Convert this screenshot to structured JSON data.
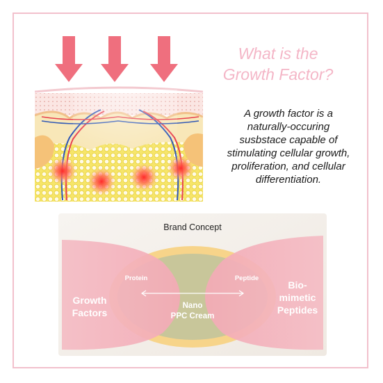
{
  "title": {
    "line1": "What is the",
    "line2": "Growth Factor?"
  },
  "description": {
    "line1": "A growth factor is a",
    "line2": "naturally-occuring",
    "line3": "susbstace capable of",
    "line4": "stimulating cellular growth,",
    "line5": "proliferation, and cellular",
    "line6": "differentiation."
  },
  "concept": {
    "heading": "Brand Concept",
    "left_label": [
      "Growth",
      "Factors"
    ],
    "right_label": [
      "Bio-",
      "mimetic",
      "Peptides"
    ],
    "center_label": [
      "Nano",
      "PPC Cream"
    ],
    "protein_label": "Protein",
    "peptide_label": "Peptide"
  },
  "colors": {
    "frame": "#f2c0cc",
    "title": "#f4b6c7",
    "arrow": "#ef6f7e",
    "lobe": "#f2b3be",
    "center_fill": "#c8c69a",
    "center_ring": "#f7d48a"
  }
}
